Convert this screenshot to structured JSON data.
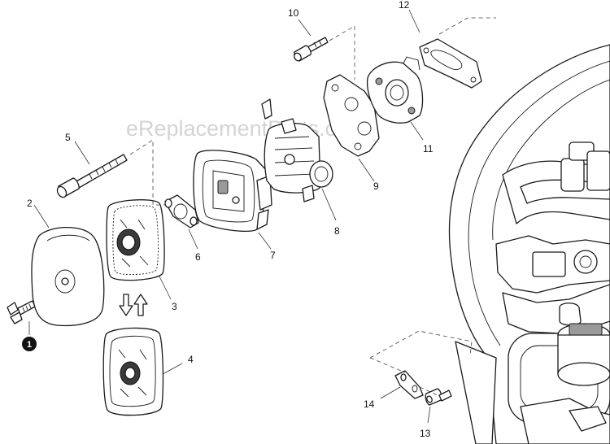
{
  "watermark": "eReplacementParts.com",
  "callouts": {
    "c1": "1",
    "c2": "2",
    "c3": "3",
    "c4": "4",
    "c5": "5",
    "c6": "6",
    "c7": "7",
    "c8": "8",
    "c9": "9",
    "c10": "10",
    "c11": "11",
    "c12": "12",
    "c13": "13",
    "c14": "14"
  },
  "icons": {
    "orientation_arrows": "up-down-arrow-icon"
  },
  "colors": {
    "line": "#1a1a1a",
    "watermark": "#d4d4d4",
    "badge": "#111111"
  }
}
